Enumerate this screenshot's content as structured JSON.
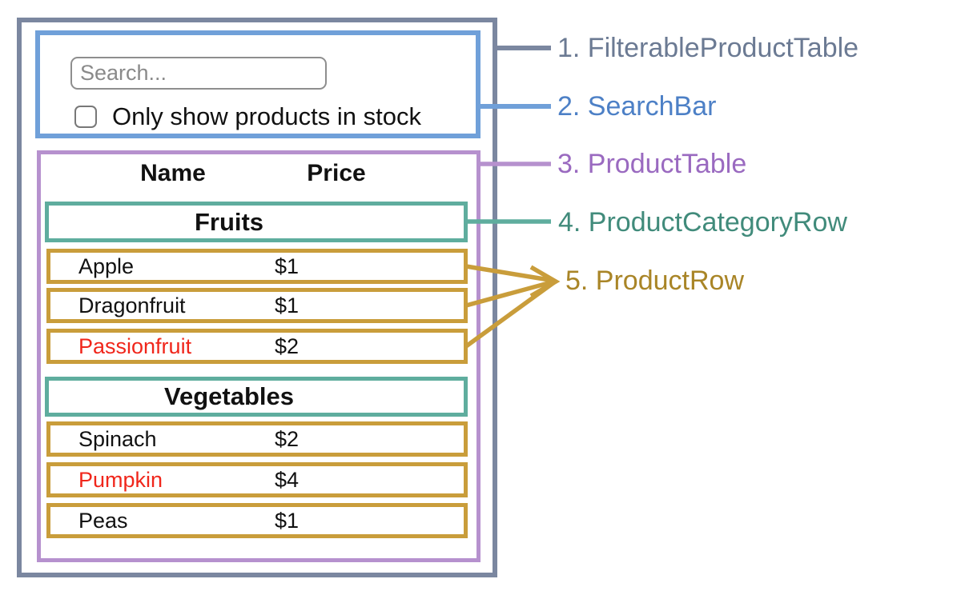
{
  "search_bar": {
    "placeholder": "Search...",
    "checkbox_label": "Only show products in stock",
    "checkbox_checked": false
  },
  "table": {
    "header_name": "Name",
    "header_price": "Price",
    "sections": [
      {
        "category": "Fruits",
        "rows": [
          {
            "name": "Apple",
            "price": "$1",
            "name_color": "#111111"
          },
          {
            "name": "Dragonfruit",
            "price": "$1",
            "name_color": "#111111"
          },
          {
            "name": "Passionfruit",
            "price": "$2",
            "name_color": "#f0261b"
          }
        ]
      },
      {
        "category": "Vegetables",
        "rows": [
          {
            "name": "Spinach",
            "price": "$2",
            "name_color": "#111111"
          },
          {
            "name": "Pumpkin",
            "price": "$4",
            "name_color": "#f0261b"
          },
          {
            "name": "Peas",
            "price": "$1",
            "name_color": "#111111"
          }
        ]
      }
    ]
  },
  "legend": {
    "items": [
      {
        "label": "1. FilterableProductTable",
        "text_color": "#6b7a93"
      },
      {
        "label": "2. SearchBar",
        "text_color": "#4d80c6"
      },
      {
        "label": "3. ProductTable",
        "text_color": "#9a6ac0"
      },
      {
        "label": "4. ProductCategoryRow",
        "text_color": "#418b7b"
      },
      {
        "label": "5. ProductRow",
        "text_color": "#a98527"
      }
    ]
  },
  "colors": {
    "outer_border": "#7b87a0",
    "searchbar_border": "#70a0d9",
    "table_border": "#b691ce",
    "category_border": "#5fad9e",
    "row_border": "#c99d3b",
    "out_of_stock_text": "#f0261b"
  }
}
